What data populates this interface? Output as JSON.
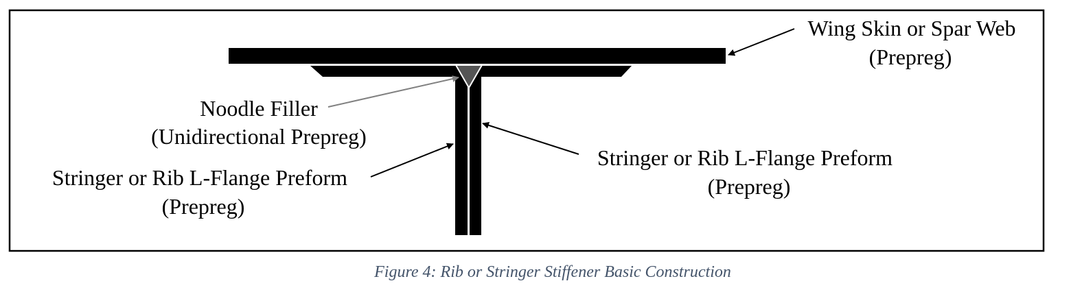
{
  "figure": {
    "labels": {
      "skin_line1": "Wing Skin or Spar Web",
      "skin_line2": "(Prepreg)",
      "noodle_line1": "Noodle Filler",
      "noodle_line2": "(Unidirectional Prepreg)",
      "left_flange_line1": "Stringer or Rib L-Flange Preform",
      "left_flange_line2": "(Prepreg)",
      "right_flange_line1": "Stringer or Rib L-Flange Preform",
      "right_flange_line2": "(Prepreg)"
    },
    "caption": "Figure 4: Rib or Stringer Stiffener Basic Construction"
  },
  "colors": {
    "laminate": "#000000",
    "noodle_fill": "#555555",
    "noodle_leader": "#808080",
    "caption": "#44546a"
  }
}
